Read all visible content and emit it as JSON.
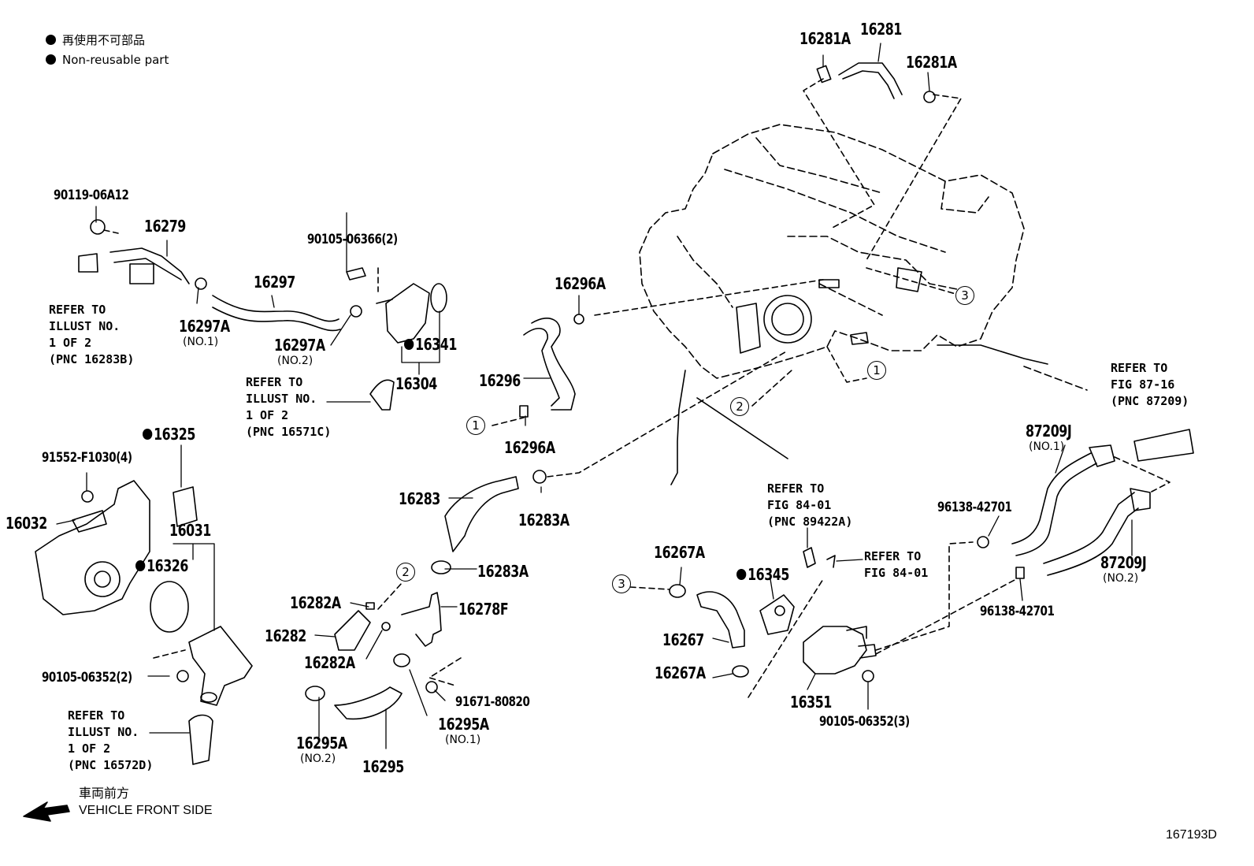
{
  "legend": {
    "jp": "再使用不可部品",
    "en": "Non-reusable part"
  },
  "callouts": {
    "c1": "1",
    "c2": "2",
    "c3": "3"
  },
  "parts": {
    "p16281A_top": "16281A",
    "p16281": "16281",
    "p16281A_right": "16281A",
    "p90119": "90119-06A12",
    "p16279": "16279",
    "p90105_06366": "90105-06366(2)",
    "p16296A_top": "16296A",
    "p16297": "16297",
    "p16297A_no1": "16297A",
    "no1_a": "(NO.1)",
    "p16341": "16341",
    "p16297A_no2": "16297A",
    "no2_a": "(NO.2)",
    "p16304": "16304",
    "p16296": "16296",
    "p16296A_bot": "16296A",
    "p16325": "16325",
    "p91552": "91552-F1030(4)",
    "p16032": "16032",
    "p16031": "16031",
    "p16326": "16326",
    "p16283": "16283",
    "p16283A_a": "16283A",
    "p16283A_b": "16283A",
    "p16282A_a": "16282A",
    "p16278F": "16278F",
    "p16282": "16282",
    "p16282A_b": "16282A",
    "p90105_06352_2": "90105-06352(2)",
    "p91671": "91671-80820",
    "p16295A_no1": "16295A",
    "no1_b": "(NO.1)",
    "p16295A_no2": "16295A",
    "no2_b": "(NO.2)",
    "p16295": "16295",
    "p87209J_no1": "87209J",
    "no1_c": "(NO.1)",
    "p96138_a": "96138-42701",
    "p87209J_no2": "87209J",
    "no2_c": "(NO.2)",
    "p96138_b": "96138-42701",
    "p16267A_a": "16267A",
    "p16345": "16345",
    "p16267": "16267",
    "p16267A_b": "16267A",
    "p16351": "16351",
    "p90105_06352_3": "90105-06352(3)"
  },
  "refs": {
    "r1": "REFER TO\nILLUST NO.\n1 OF 2\n(PNC 16283B)",
    "r2": "REFER TO\nILLUST NO.\n1 OF 2\n(PNC 16571C)",
    "r3": "REFER TO\nILLUST NO.\n1 OF 2\n(PNC 16572D)",
    "r4": "REFER TO\nFIG 87-16\n(PNC 87209)",
    "r5": "REFER TO\nFIG 84-01\n(PNC 89422A)",
    "r6": "REFER TO\nFIG 84-01"
  },
  "front": {
    "jp": "車両前方",
    "en": "VEHICLE FRONT SIDE"
  },
  "figure_id": "167193D"
}
